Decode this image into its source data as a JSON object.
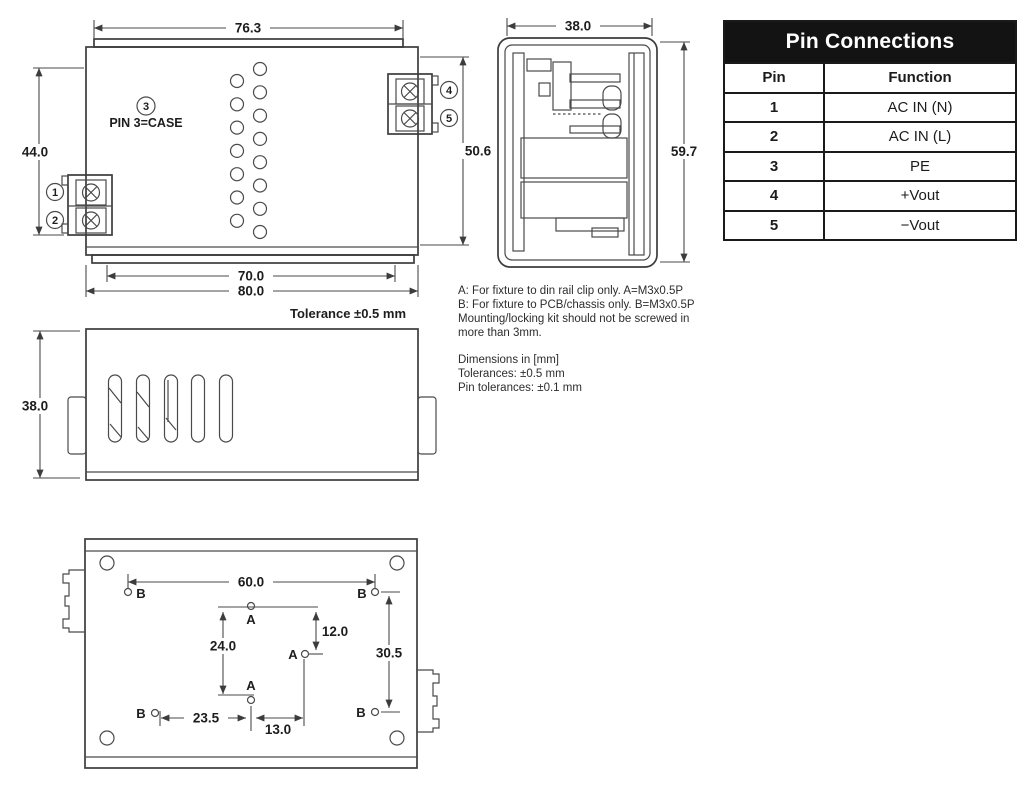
{
  "pin_table": {
    "title": "Pin Connections",
    "columns": [
      "Pin",
      "Function"
    ],
    "rows": [
      [
        "1",
        "AC IN (N)"
      ],
      [
        "2",
        "AC IN (L)"
      ],
      [
        "3",
        "PE"
      ],
      [
        "4",
        "+Vout"
      ],
      [
        "5",
        "−Vout"
      ]
    ]
  },
  "notes": {
    "fixture_lines": [
      "A: For fixture to din rail clip only. A=M3x0.5P",
      "B: For fixture to PCB/chassis only. B=M3x0.5P",
      "Mounting/locking kit should not be screwed in",
      "more than 3mm."
    ],
    "dimension_lines": [
      "Dimensions in [mm]",
      "Tolerances: ±0.5 mm",
      "Pin tolerances: ±0.1 mm"
    ]
  },
  "drawing": {
    "front_view": {
      "dims": {
        "top_width": "76.3",
        "left_height": "44.0",
        "right_height": "50.6",
        "inner_width": "70.0",
        "full_width": "80.0"
      },
      "pin1": "1",
      "pin2": "2",
      "pin3": "3",
      "pin4": "4",
      "pin5": "5",
      "pin3_note": "PIN 3=CASE"
    },
    "side_view": {
      "dims": {
        "width": "38.0",
        "height": "59.7"
      }
    },
    "vent_view": {
      "dims": {
        "height": "38.0"
      },
      "tolerance_note": "Tolerance ±0.5 mm"
    },
    "bottom_view": {
      "dims": {
        "b_top_span": "60.0",
        "a_vertical": "24.0",
        "a_step_vertical": "12.0",
        "b_right_span": "30.5",
        "b_to_a_horizontal": "23.5",
        "a_step_horizontal": "13.0"
      },
      "hole_a_label": "A",
      "hole_b_label": "B"
    }
  },
  "colors": {
    "line": "#3c3c3c",
    "table_border": "#1a1a1a",
    "table_header_bg": "#131313",
    "table_header_text": "#ffffff"
  }
}
